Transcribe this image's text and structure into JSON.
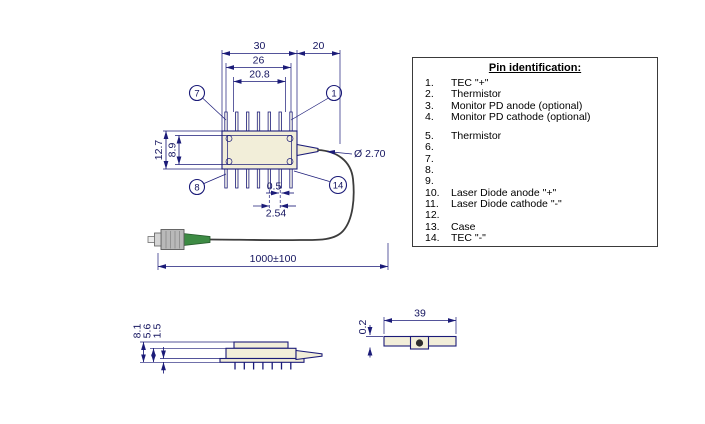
{
  "palette": {
    "line_color": "#1b1b78",
    "body_fill": "#f2eed9",
    "boot_green": "#3d8b44",
    "connector_gray": "#b9b9b9"
  },
  "top_view": {
    "dims": {
      "width_outer": "30",
      "fiber_offset": "20",
      "pin_span": "26",
      "pin_span_inner": "20.8",
      "height_outer": "12.7",
      "height_inner": "8.9",
      "fiber_diameter": "Ø 2.70",
      "pin_width": "0.5",
      "pin_pitch": "2.54",
      "fiber_length": "1000±100"
    },
    "balloons": {
      "b7": "7",
      "b1": "1",
      "b8": "8",
      "b14": "14"
    }
  },
  "side_view": {
    "dims": {
      "total_height": "8.1",
      "body_height": "5.6",
      "base_height": "1.5"
    }
  },
  "bottom_view": {
    "dims": {
      "length": "39",
      "protrusion": "0.2"
    }
  },
  "pin_table": {
    "title": "Pin identification:",
    "rows": [
      {
        "num": "1.",
        "label": "TEC \"+\""
      },
      {
        "num": "2.",
        "label": "Thermistor"
      },
      {
        "num": "3.",
        "label": "Monitor PD anode (optional)"
      },
      {
        "num": "4.",
        "label": "Monitor PD cathode (optional)"
      },
      {
        "num": "5.",
        "label": "Thermistor"
      },
      {
        "num": "6.",
        "label": ""
      },
      {
        "num": "7.",
        "label": ""
      },
      {
        "num": "8.",
        "label": ""
      },
      {
        "num": "9.",
        "label": ""
      },
      {
        "num": "10.",
        "label": "Laser Diode anode \"+\""
      },
      {
        "num": "11.",
        "label": "Laser Diode cathode \"-\""
      },
      {
        "num": "12.",
        "label": ""
      },
      {
        "num": "13.",
        "label": "Case"
      },
      {
        "num": "14.",
        "label": "TEC \"-\""
      }
    ]
  }
}
